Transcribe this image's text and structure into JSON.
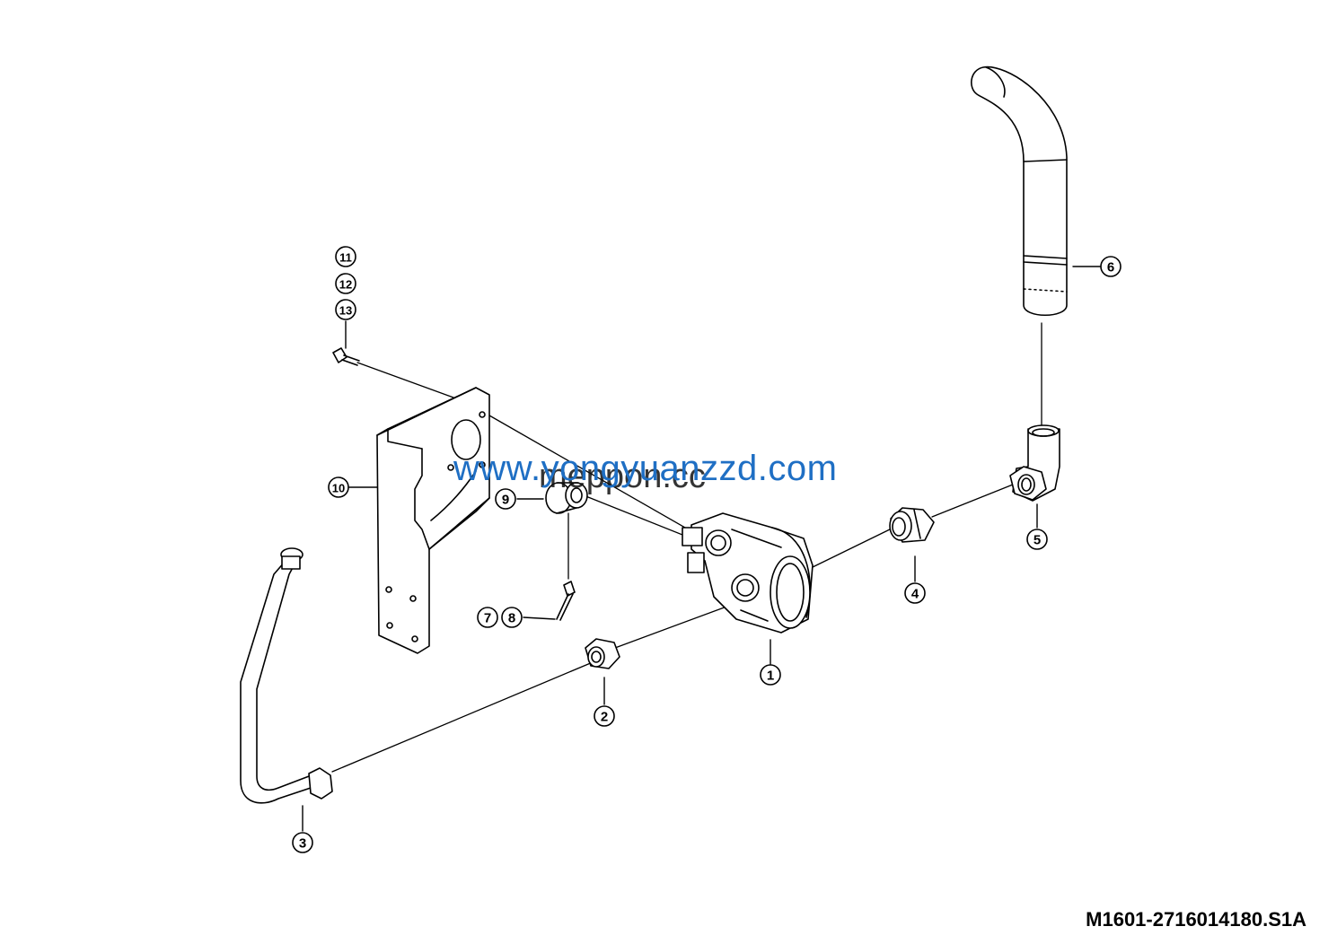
{
  "callouts": {
    "c1": "1",
    "c2": "2",
    "c3": "3",
    "c4": "4",
    "c5": "5",
    "c6": "6",
    "c7": "7",
    "c8": "8",
    "c9": "9",
    "c10": "10",
    "c11": "11",
    "c12": "12",
    "c13": "13"
  },
  "watermarks": {
    "primary": "www.yongyuanzzd.com",
    "secondary": "meppon.cc"
  },
  "document_id": "M1601-2716014180.S1A",
  "colors": {
    "line": "#000000",
    "watermark_blue": "#1f6fc4",
    "background": "#ffffff"
  }
}
